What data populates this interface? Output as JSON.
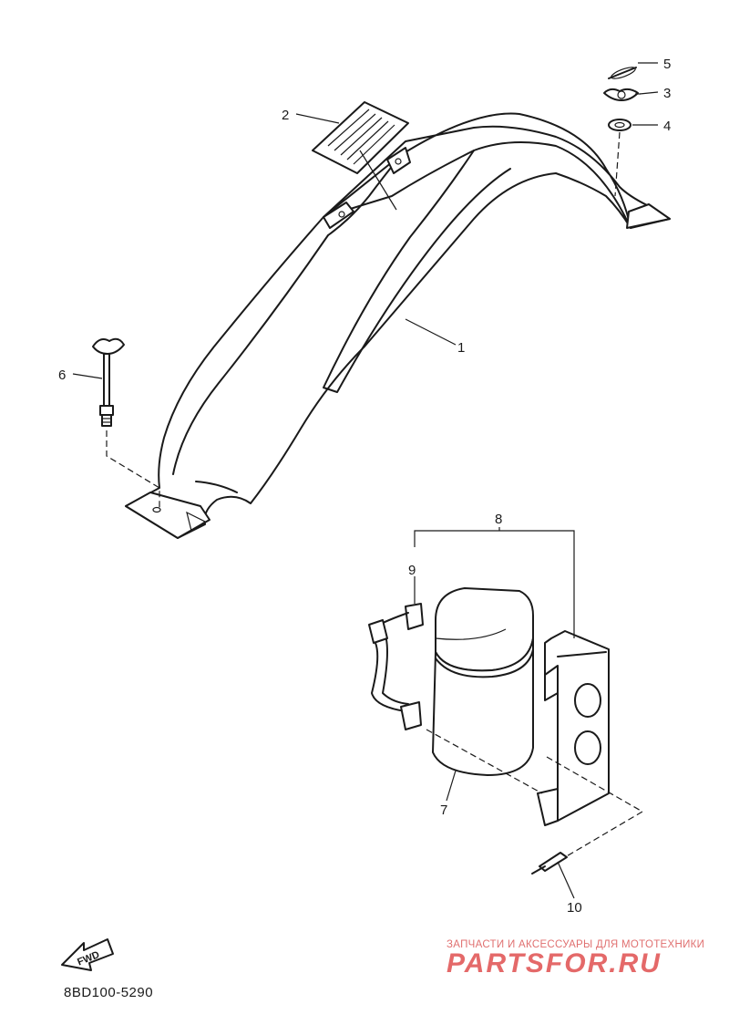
{
  "callouts": {
    "c1": "1",
    "c2": "2",
    "c3": "3",
    "c4": "4",
    "c5": "5",
    "c6": "6",
    "c7": "7",
    "c8": "8",
    "c9": "9",
    "c10": "10"
  },
  "fwd_label": "FWD",
  "diagram_code": "8BD100-5290",
  "watermark": {
    "tagline": "ЗАПЧАСТИ И АКСЕССУАРЫ ДЛЯ МОТОТЕХНИКИ",
    "brand": "PARTSFOR.RU"
  }
}
